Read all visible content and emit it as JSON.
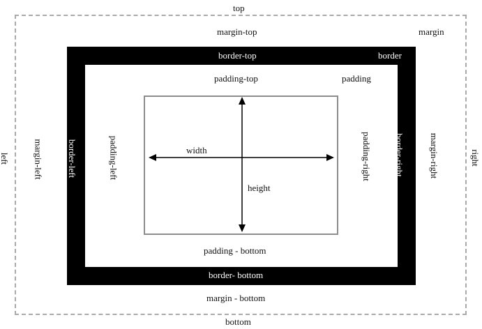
{
  "labels": {
    "top": "top",
    "bottom": "bottom",
    "left": "left",
    "right": "right",
    "margin": "margin",
    "margin_top": "margin-top",
    "margin_bottom": "margin - bottom",
    "margin_left": "margin-left",
    "margin_right": "margin-right",
    "border": "border",
    "border_top": "border-top",
    "border_bottom": "border- bottom",
    "border_left": "border-left",
    "border_right": "border-right",
    "padding": "padding",
    "padding_top": "padding-top",
    "padding_bottom": "padding - bottom",
    "padding_left": "padding-left",
    "padding_right": "padding-right",
    "width": "width",
    "height": "height"
  },
  "colors": {
    "margin_outline": "#a9a9a9",
    "border_fill": "#000000",
    "content_outline": "#8c8c8c"
  }
}
